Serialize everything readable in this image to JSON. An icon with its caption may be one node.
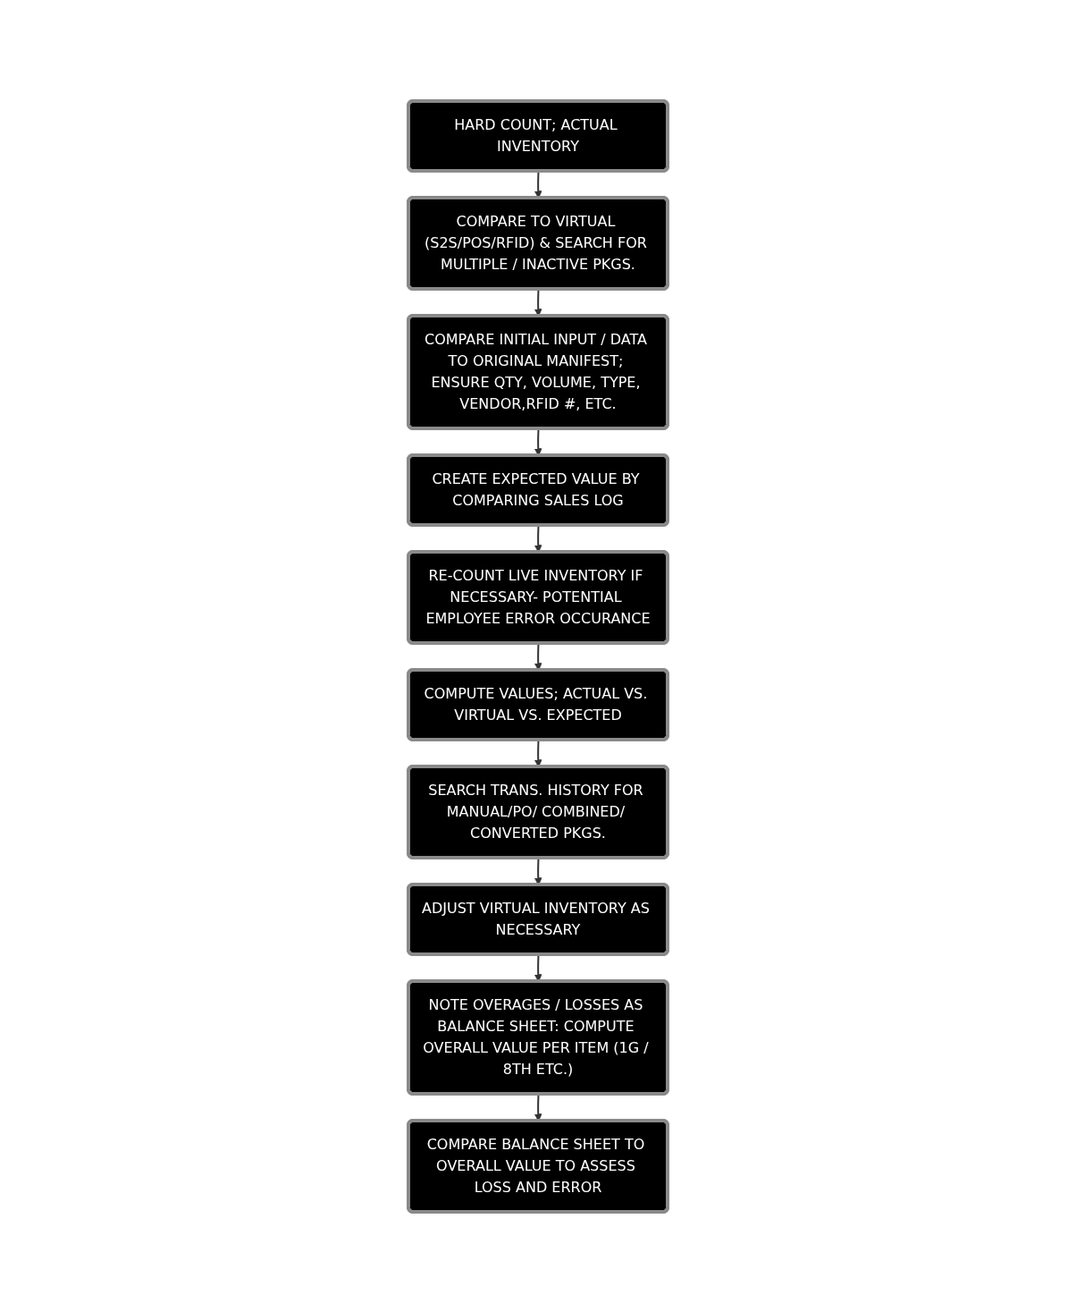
{
  "diagram": {
    "nodes": [
      {
        "text": [
          "HARD COUNT; ACTUAL INVENTORY"
        ]
      },
      {
        "text": [
          "COMPARE TO VIRTUAL (S2S/POS/RFID) & SEARCH FOR MULTIPLE / INACTIVE PKGS."
        ]
      },
      {
        "text": [
          "COMPARE INITIAL INPUT / DATA TO ORIGINAL MANIFEST; ENSURE QTY, VOLUME, TYPE, VENDOR,RFID #, ETC."
        ]
      },
      {
        "text": [
          "CREATE EXPECTED VALUE BY COMPARING SALES LOG"
        ]
      },
      {
        "text": [
          "RE-COUNT LIVE INVENTORY IF NECESSARY- POTENTIAL EMPLOYEE ERROR OCCURANCE"
        ]
      },
      {
        "text": [
          "COMPUTE VALUES; ACTUAL VS. VIRTUAL VS. EXPECTED"
        ]
      },
      {
        "text": [
          "SEARCH TRANS. HISTORY FOR MANUAL/PO/ COMBINED/ CONVERTED PKGS."
        ]
      },
      {
        "text": [
          "ADJUST VIRTUAL INVENTORY AS NECESSARY"
        ]
      },
      {
        "text": [
          "NOTE OVERAGES / LOSSES AS BALANCE SHEET: COMPUTE OVERALL VALUE PER ITEM (1G / 8TH ETC.)"
        ]
      },
      {
        "text": [
          "COMPARE BALANCE SHEET TO OVERALL VALUE TO ASSESS LOSS AND ERROR"
        ]
      }
    ],
    "edges": [
      {
        "from": 0,
        "to": 1,
        "arrow": "to"
      },
      {
        "from": 1,
        "to": 2,
        "arrow": "to"
      },
      {
        "from": 2,
        "to": 3,
        "arrow": "to"
      },
      {
        "from": 3,
        "to": 4,
        "arrow": "to"
      },
      {
        "from": 4,
        "to": 5,
        "arrow": "to"
      },
      {
        "from": 5,
        "to": 6,
        "arrow": "to"
      },
      {
        "from": 6,
        "to": 7,
        "arrow": "to"
      },
      {
        "from": 7,
        "to": 8,
        "arrow": "to"
      },
      {
        "from": 8,
        "to": 9,
        "arrow": "to"
      }
    ]
  }
}
